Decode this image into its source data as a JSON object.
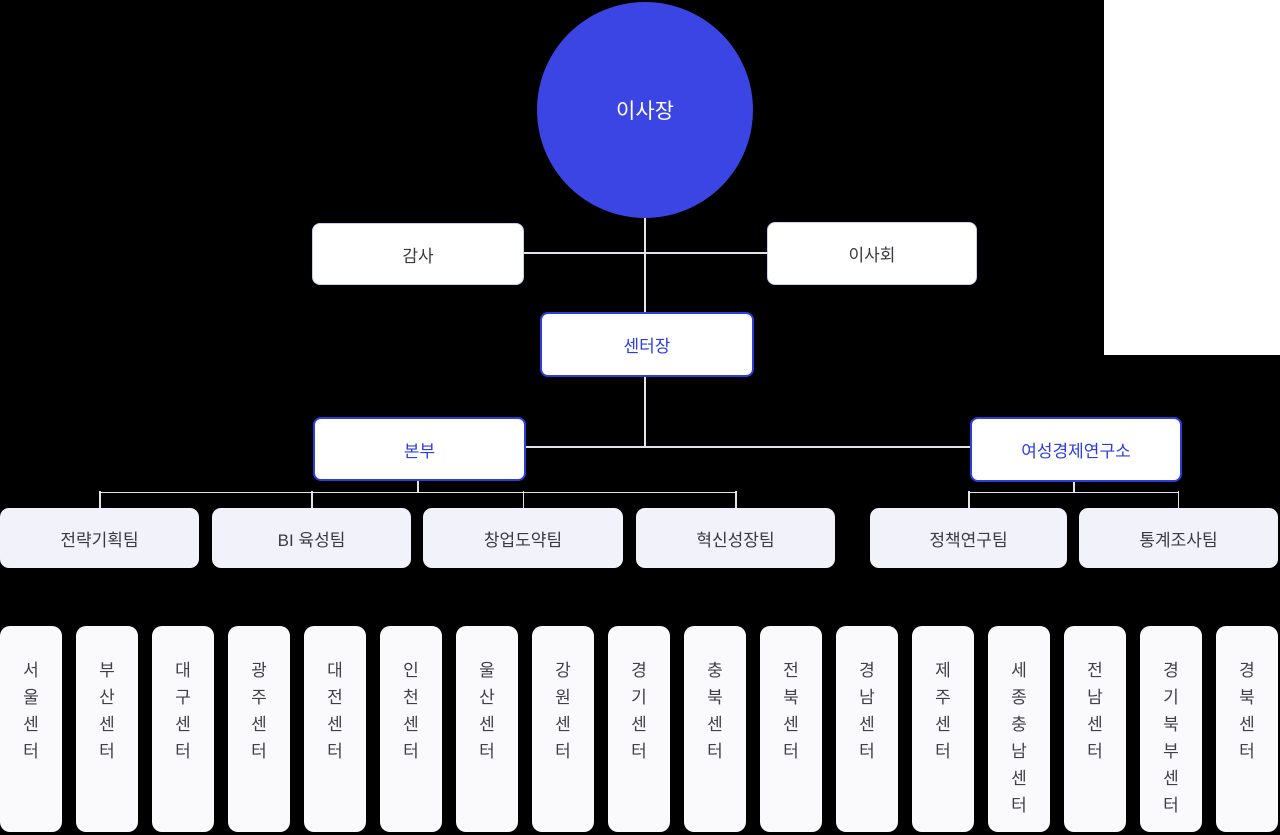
{
  "page": {
    "background_color": "#000000",
    "connector_color": "#E3E3EA",
    "accent_color": "#2C3EE0",
    "root_circle_color": "#3A45E4",
    "team_box_color": "#F1F2FA",
    "center_box_color": "#FAFAFD"
  },
  "org_chart": {
    "root": {
      "label": "이사장"
    },
    "audit": {
      "label": "감사"
    },
    "board": {
      "label": "이사회"
    },
    "director": {
      "label": "센터장"
    },
    "headquarters": {
      "label": "본부"
    },
    "institute": {
      "label": "여성경제연구소"
    },
    "teams": [
      {
        "label": "전략기획팀"
      },
      {
        "label": "BI 육성팀"
      },
      {
        "label": "창업도약팀"
      },
      {
        "label": "혁신성장팀"
      },
      {
        "label": "정책연구팀"
      },
      {
        "label": "통계조사팀"
      }
    ],
    "centers": [
      {
        "label": "서울센터"
      },
      {
        "label": "부산센터"
      },
      {
        "label": "대구센터"
      },
      {
        "label": "광주센터"
      },
      {
        "label": "대전센터"
      },
      {
        "label": "인천센터"
      },
      {
        "label": "울산센터"
      },
      {
        "label": "강원센터"
      },
      {
        "label": "경기센터"
      },
      {
        "label": "충북센터"
      },
      {
        "label": "전북센터"
      },
      {
        "label": "경남센터"
      },
      {
        "label": "제주센터"
      },
      {
        "label": "세종충남센터"
      },
      {
        "label": "전남센터"
      },
      {
        "label": "경기북부센터"
      },
      {
        "label": "경북센터"
      }
    ]
  }
}
